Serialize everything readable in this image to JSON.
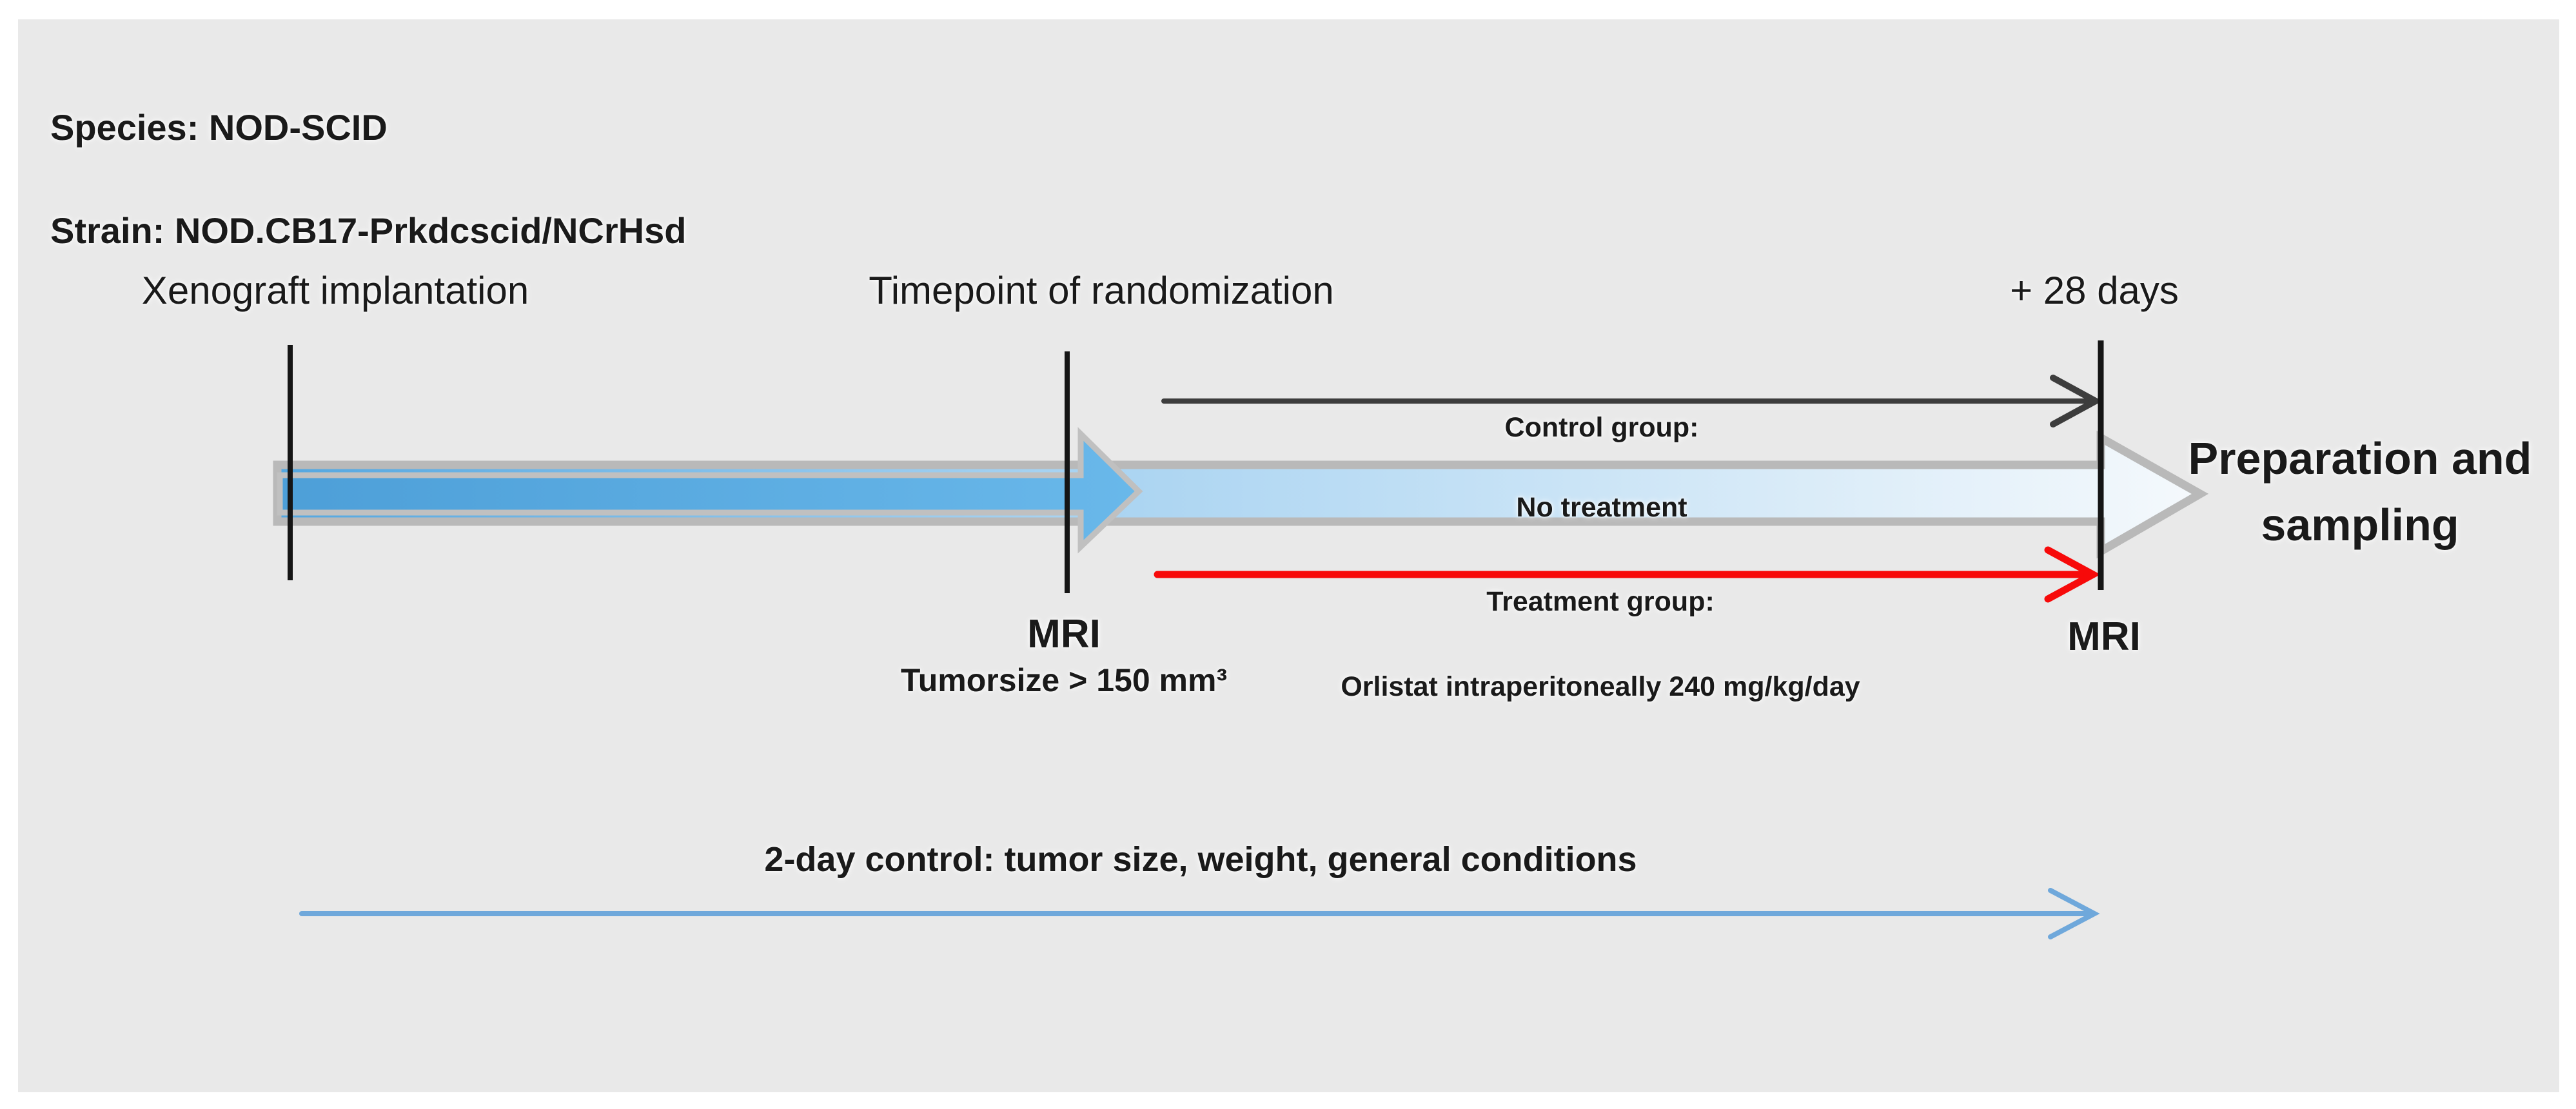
{
  "header": {
    "species": "Species: NOD-SCID",
    "strain": "Strain: NOD.CB17-Prkdcscid/NCrHsd"
  },
  "timeline": {
    "implantation_label": "Xenograft implantation",
    "randomization_label": "Timepoint of randomization",
    "endpoint_label": "+ 28 days",
    "randomization_mri_label": "MRI",
    "randomization_mri_criterion": "Tumorsize > 150 mm³",
    "endpoint_mri_label": "MRI",
    "outcome_label": "Preparation and sampling"
  },
  "groups": {
    "control": {
      "title": "Control group:",
      "description": "No treatment"
    },
    "treatment": {
      "title": "Treatment group:",
      "description": "Orlistat intraperitoneally 240 mg/kg/day"
    }
  },
  "monitoring": {
    "label": "2-day control: tumor size, weight, general conditions"
  },
  "colors": {
    "panel_background": "#e9e9e9",
    "text": "#1a1a1a",
    "timeline_gradient_start": "#54a7e0",
    "timeline_gradient_mid": "#a6d2f1",
    "timeline_gradient_end": "#f5f9fc",
    "inner_arrow_start": "#4d9fd8",
    "inner_arrow_end": "#69b8ea",
    "arrow_outline": "#b9b9b9",
    "inner_arrow_outline": "#c0c0c0",
    "tick": "#151515",
    "control_arrow": "#3d3d3d",
    "treatment_arrow": "#f70a0a",
    "monitoring_arrow": "#6fa8db",
    "monitoring_text": "#1e74b5"
  }
}
